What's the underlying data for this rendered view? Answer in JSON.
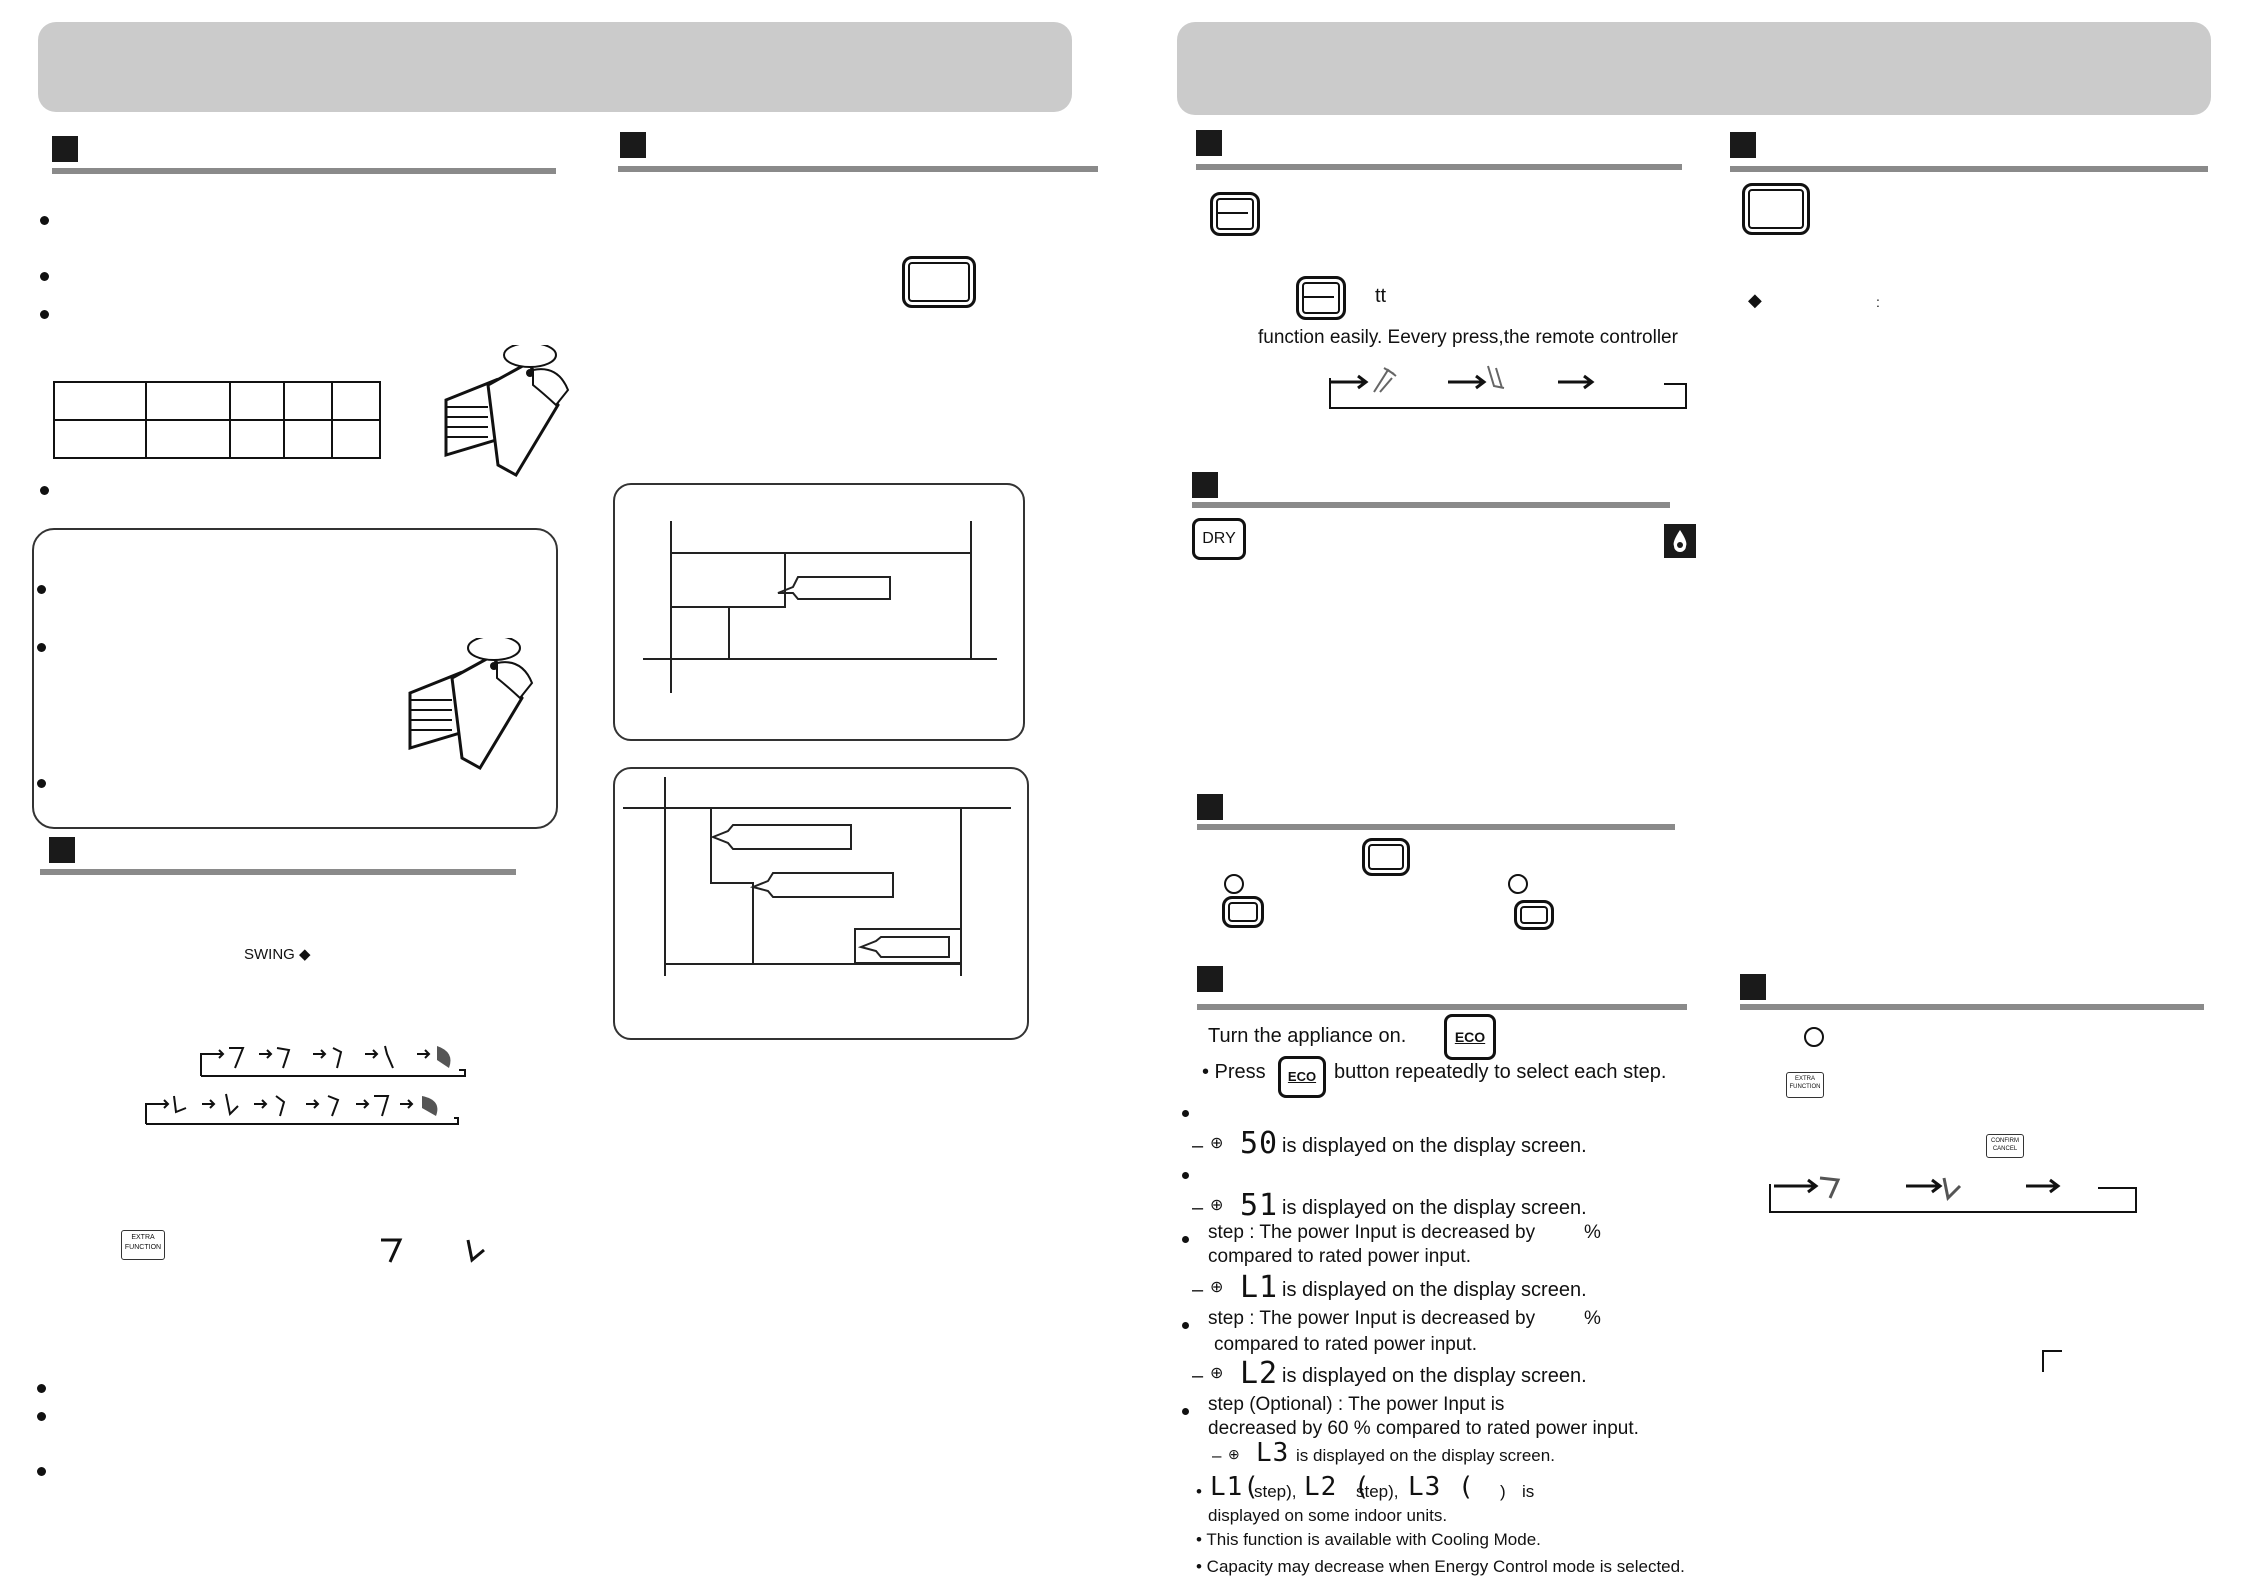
{
  "left_page": {
    "swing_label": "SWING ◆",
    "extra_function_tag": "EXTRA FUNCTION"
  },
  "right_page": {
    "airflow_tt": "tt",
    "airflow_desc": "function easily. Eevery press,the remote controller",
    "dry_button": "DRY",
    "colon_char": ":",
    "eco_button": "ECO",
    "eco_lines": [
      "Turn the appliance on.",
      "• Press",
      "button repeatedly to select each step."
    ],
    "eco_steps": [
      {
        "code": "50",
        "text": "is displayed on the display screen."
      },
      {
        "code": "51",
        "text": "is displayed on the display screen."
      },
      {
        "text_a": "step : The power Input is decreased by",
        "pct": "%",
        "text_b": "compared to rated power input."
      },
      {
        "code": "L1",
        "text": "is displayed on the display screen."
      },
      {
        "text_a": "step : The power Input is decreased by",
        "pct": "%",
        "text_b": "compared to rated power input."
      },
      {
        "code": "L2",
        "text": "is displayed on the display screen."
      },
      {
        "text_a": "step (Optional) : The power Input is",
        "text_b": "decreased by 60 % compared to rated power input."
      },
      {
        "code": "L3",
        "text": "is displayed on the display screen."
      }
    ],
    "eco_summary": {
      "l1": "L1(",
      "s1": "step),",
      "l2": "L2 (",
      "s2": "step),",
      "l3": "L3 (",
      "s3": ")",
      "is": "is",
      "line2": "displayed on some indoor units."
    },
    "notes": [
      "• This function is available with Cooling Mode.",
      "• Capacity may decrease when Energy Control mode is selected."
    ],
    "extra_function_tag": "EXTRA FUNCTION",
    "confirm_cancel_tag": "CONFIRM CANCEL"
  }
}
